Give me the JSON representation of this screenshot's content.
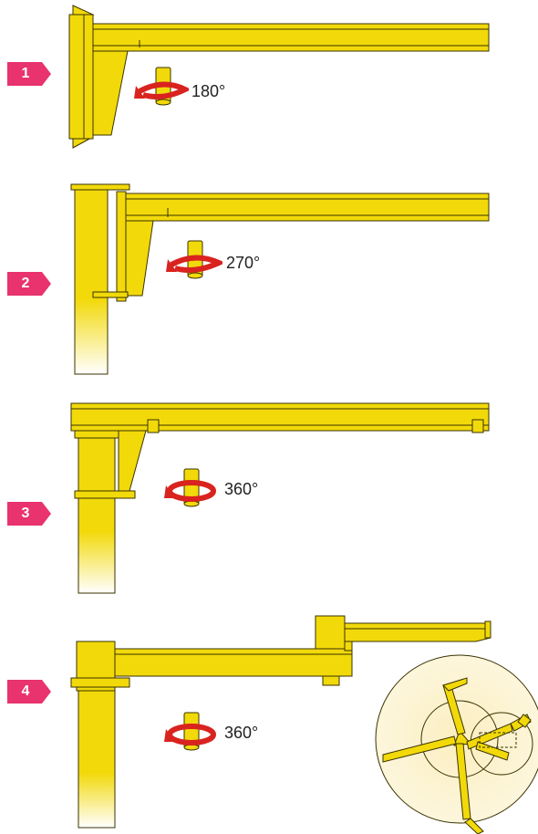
{
  "colors": {
    "crane_yellow": "#f2d90a",
    "crane_outline": "#3a3300",
    "badge_pink": "#e8336e",
    "rotation_red": "#d9231f",
    "base_glow": "#fbeec0"
  },
  "variants": [
    {
      "number": "1",
      "angle": "180°"
    },
    {
      "number": "2",
      "angle": "270°"
    },
    {
      "number": "3",
      "angle": "360°"
    },
    {
      "number": "4",
      "angle": "360°"
    }
  ]
}
